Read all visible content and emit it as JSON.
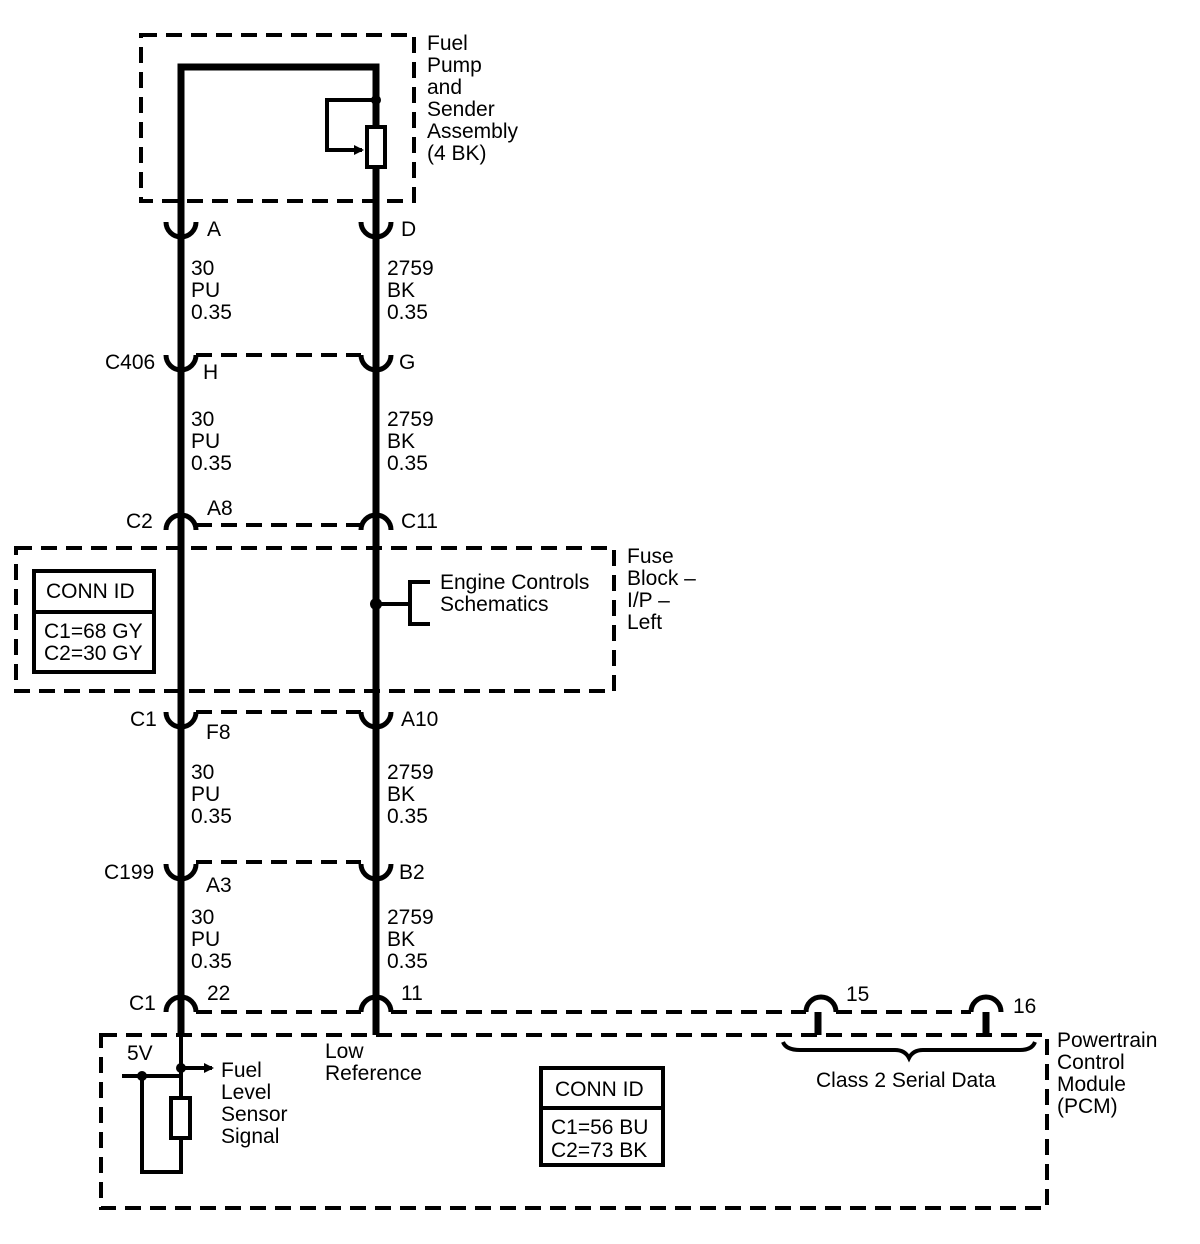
{
  "fuel_pump": {
    "title_lines": [
      "Fuel",
      "Pump",
      "and",
      "Sender",
      "Assembly",
      "(4 BK)"
    ],
    "pin_a": "A",
    "pin_d": "D"
  },
  "wires": {
    "left": {
      "circuit": "30",
      "color": "PU",
      "size": "0.35"
    },
    "right": {
      "circuit": "2759",
      "color": "BK",
      "size": "0.35"
    }
  },
  "connectors": {
    "c406": {
      "id": "C406",
      "pin_left": "H",
      "pin_right": "G"
    },
    "fuse_top": {
      "left_id": "C2",
      "left_pin": "A8",
      "right_id": "C11"
    },
    "fuse_bottom": {
      "left_id": "C1",
      "left_pin": "F8",
      "right_id": "A10"
    },
    "c199": {
      "id": "C199",
      "pin_left": "A3",
      "pin_right": "B2"
    },
    "pcm": {
      "id": "C1",
      "pin_left": "22",
      "pin_right": "11",
      "pin_15": "15",
      "pin_16": "16"
    }
  },
  "fuse_block": {
    "title_lines": [
      "Fuse",
      "Block –",
      "I/P –",
      "Left"
    ],
    "conn_id_header": "CONN ID",
    "conn_id_lines": [
      "C1=68 GY",
      "C2=30 GY"
    ],
    "engine_controls_lines": [
      "Engine Controls",
      "Schematics"
    ]
  },
  "pcm": {
    "title_lines": [
      "Powertrain",
      "Control",
      "Module",
      "(PCM)"
    ],
    "five_volt": "5V",
    "sensor_signal_lines": [
      "Fuel",
      "Level",
      "Sensor",
      "Signal"
    ],
    "low_reference_lines": [
      "Low",
      "Reference"
    ],
    "class2": "Class 2 Serial Data",
    "conn_id_header": "CONN ID",
    "conn_id_lines": [
      "C1=56 BU",
      "C2=73 BK"
    ]
  }
}
